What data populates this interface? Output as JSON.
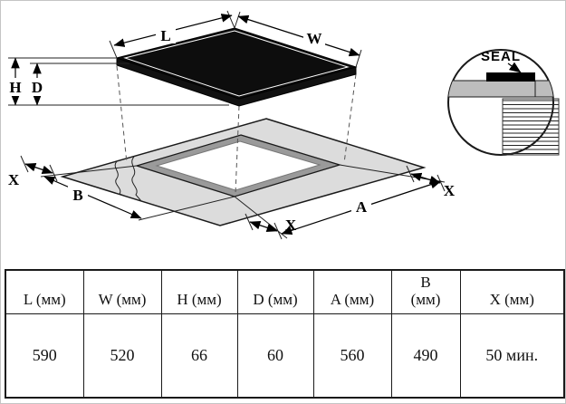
{
  "diagram": {
    "dim_labels": {
      "l": "L",
      "w": "W",
      "h": "H",
      "d": "D",
      "x_left": "X",
      "b": "B",
      "a": "A",
      "x_right": "X",
      "x_bottom": "X"
    },
    "seal_label": "SEAL"
  },
  "table": {
    "keys": [
      "l",
      "w",
      "h",
      "d",
      "a",
      "b",
      "x"
    ],
    "headers": [
      [
        "L (мм)"
      ],
      [
        "W (мм)"
      ],
      [
        "H (мм)"
      ],
      [
        "D (мм)"
      ],
      [
        "A (мм)"
      ],
      [
        "B",
        "(мм)"
      ],
      [
        "X (мм)"
      ]
    ],
    "values": [
      "590",
      "520",
      "66",
      "60",
      "560",
      "490",
      "50 мин."
    ]
  },
  "colors": {
    "worktop_fill": "#dcdcdc",
    "cutout_band": "#9a9a9a",
    "cooktop_fill": "#0d0d0d",
    "slab_fill": "#bdbdbd",
    "line": "#1a1a1a"
  }
}
